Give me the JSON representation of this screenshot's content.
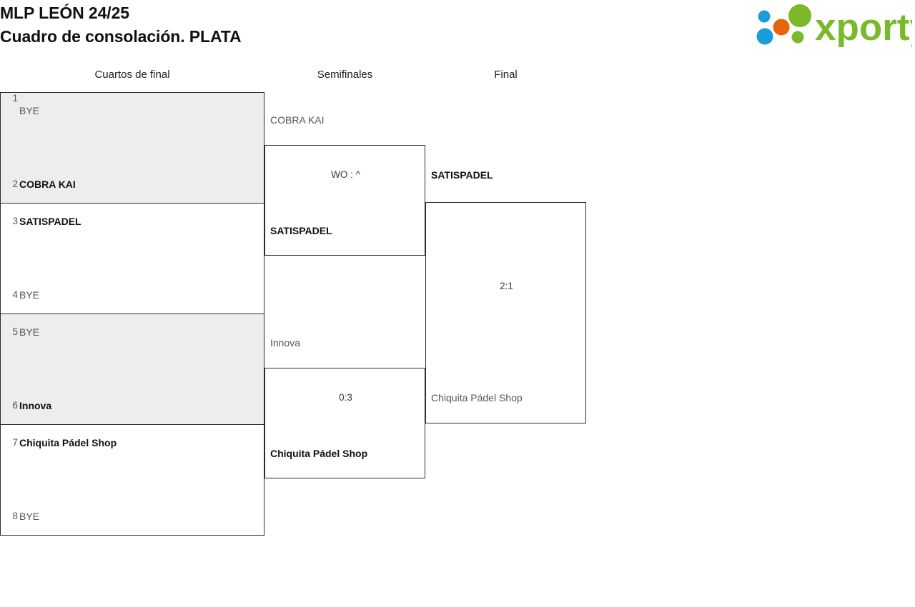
{
  "header": {
    "title_line1": "MLP LEÓN 24/25",
    "title_line2": "Cuadro de consolación. PLATA",
    "logo_text": "xporty",
    "logo_colors": {
      "green": "#7AB929",
      "blue": "#1B9CD8",
      "orange": "#E8640C"
    }
  },
  "rounds": [
    {
      "label": "Cuartos de final"
    },
    {
      "label": "Semifinales"
    },
    {
      "label": "Final"
    }
  ],
  "round1": [
    {
      "shaded": true,
      "top": {
        "seed": "1",
        "name": "BYE",
        "state": "loser"
      },
      "bottom": {
        "seed": "2",
        "name": "COBRA KAI",
        "state": "winner"
      }
    },
    {
      "shaded": false,
      "top": {
        "seed": "3",
        "name": "SATISPADEL",
        "state": "winner"
      },
      "bottom": {
        "seed": "4",
        "name": "BYE",
        "state": "loser"
      }
    },
    {
      "shaded": true,
      "top": {
        "seed": "5",
        "name": "BYE",
        "state": "loser"
      },
      "bottom": {
        "seed": "6",
        "name": "Innova",
        "state": "winner"
      }
    },
    {
      "shaded": false,
      "top": {
        "seed": "7",
        "name": "Chiquita Pádel Shop",
        "state": "winner"
      },
      "bottom": {
        "seed": "8",
        "name": "BYE",
        "state": "loser"
      }
    }
  ],
  "round2": [
    {
      "score": "WO : ^",
      "top": {
        "name": "COBRA KAI",
        "state": "loser"
      },
      "bottom": {
        "name": "SATISPADEL",
        "state": "winner"
      }
    },
    {
      "score": "0:3",
      "top": {
        "name": "Innova",
        "state": "loser"
      },
      "bottom": {
        "name": "Chiquita Pádel Shop",
        "state": "winner"
      }
    }
  ],
  "round3": [
    {
      "score": "2:1",
      "top": {
        "name": "SATISPADEL",
        "state": "winner"
      },
      "bottom": {
        "name": "Chiquita Pádel Shop",
        "state": "loser"
      }
    }
  ]
}
